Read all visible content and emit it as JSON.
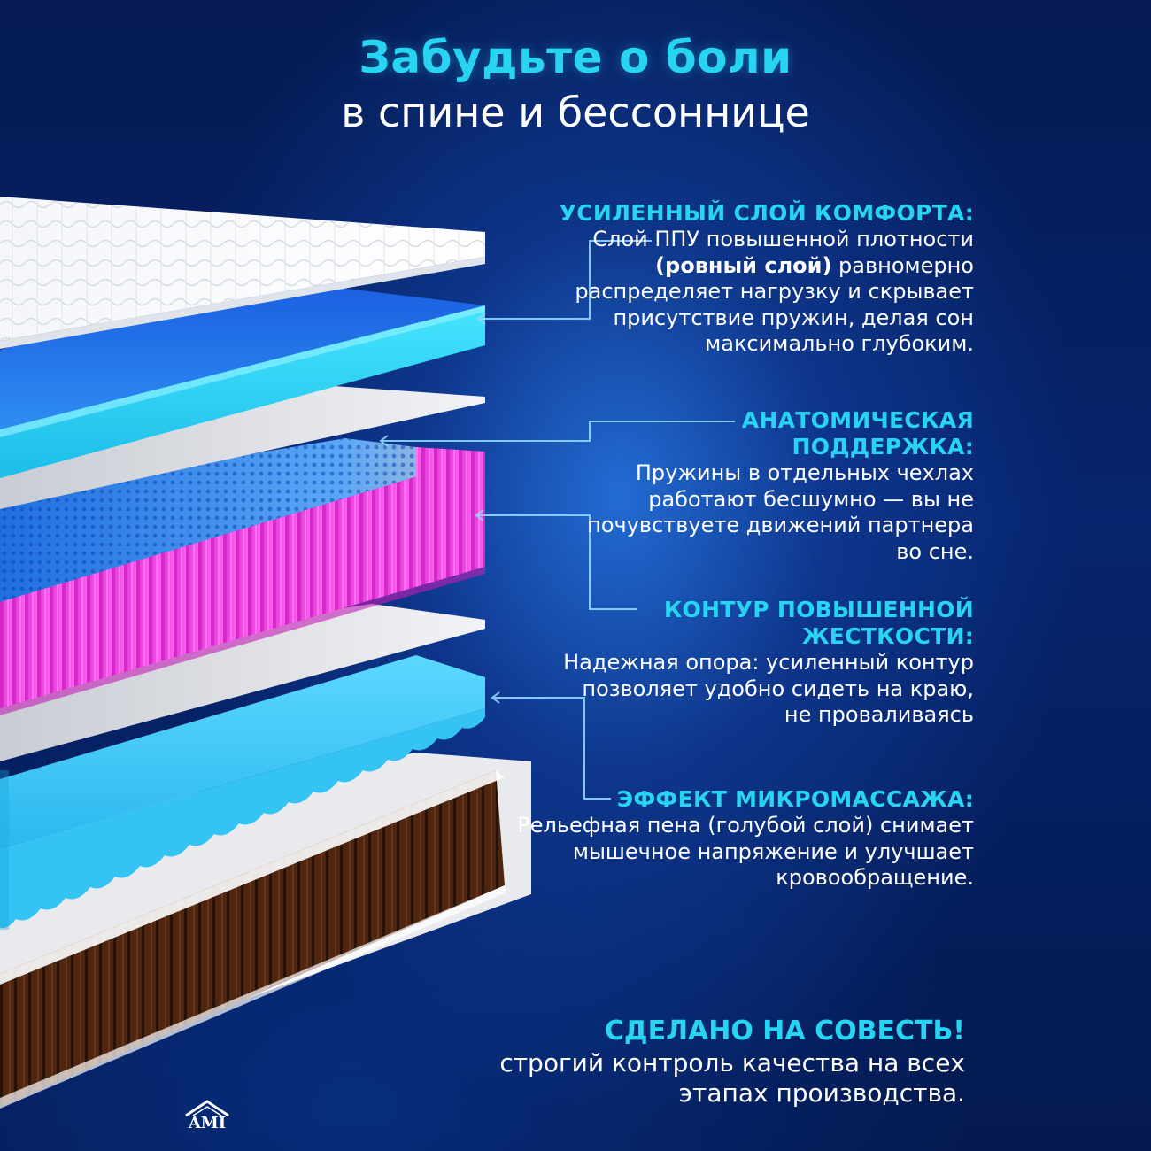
{
  "heading": {
    "title": "Забудьте о боли",
    "subtitle": "в спине и бессоннице"
  },
  "features": [
    {
      "title": "УСИЛЕННЫЙ СЛОЙ КОМФОРТА:",
      "text_before": "Слой ППУ  повышенной плотности ",
      "text_bold": "(ровный слой)",
      "text_after": " равномерно  распределяет нагрузку и скрывает присутствие пружин, делая сон максимально глубоким."
    },
    {
      "title": "АНАТОМИЧЕСКАЯ ПОДДЕРЖКА:",
      "text": "Пружины в отдельных чехлах работают бесшумно — вы не почувствуете движений партнера во сне."
    },
    {
      "title": "КОНТУР ПОВЫШЕННОЙ ЖЕСТКОСТИ:",
      "text": "Надежная опора: усиленный контур позволяет удобно сидеть на краю, не проваливаясь"
    },
    {
      "title": "ЭФФЕКТ МИКРОМАССАЖА:",
      "text": "Рельефная пена (голубой слой) снимает мышечное напряжение и улучшает кровообращение."
    }
  ],
  "closing": {
    "title": "СДЕЛАНО НА СОВЕСТЬ!",
    "text": "строгий контроль качества на всех этапах производства."
  },
  "logo": {
    "text": "AMI"
  },
  "colors": {
    "accent": "#27d4f2",
    "background": "#06246d",
    "foam_blue": "#2ec8f0",
    "spring_pink": "#ff3fe6",
    "base_brown": "#4a2410"
  }
}
